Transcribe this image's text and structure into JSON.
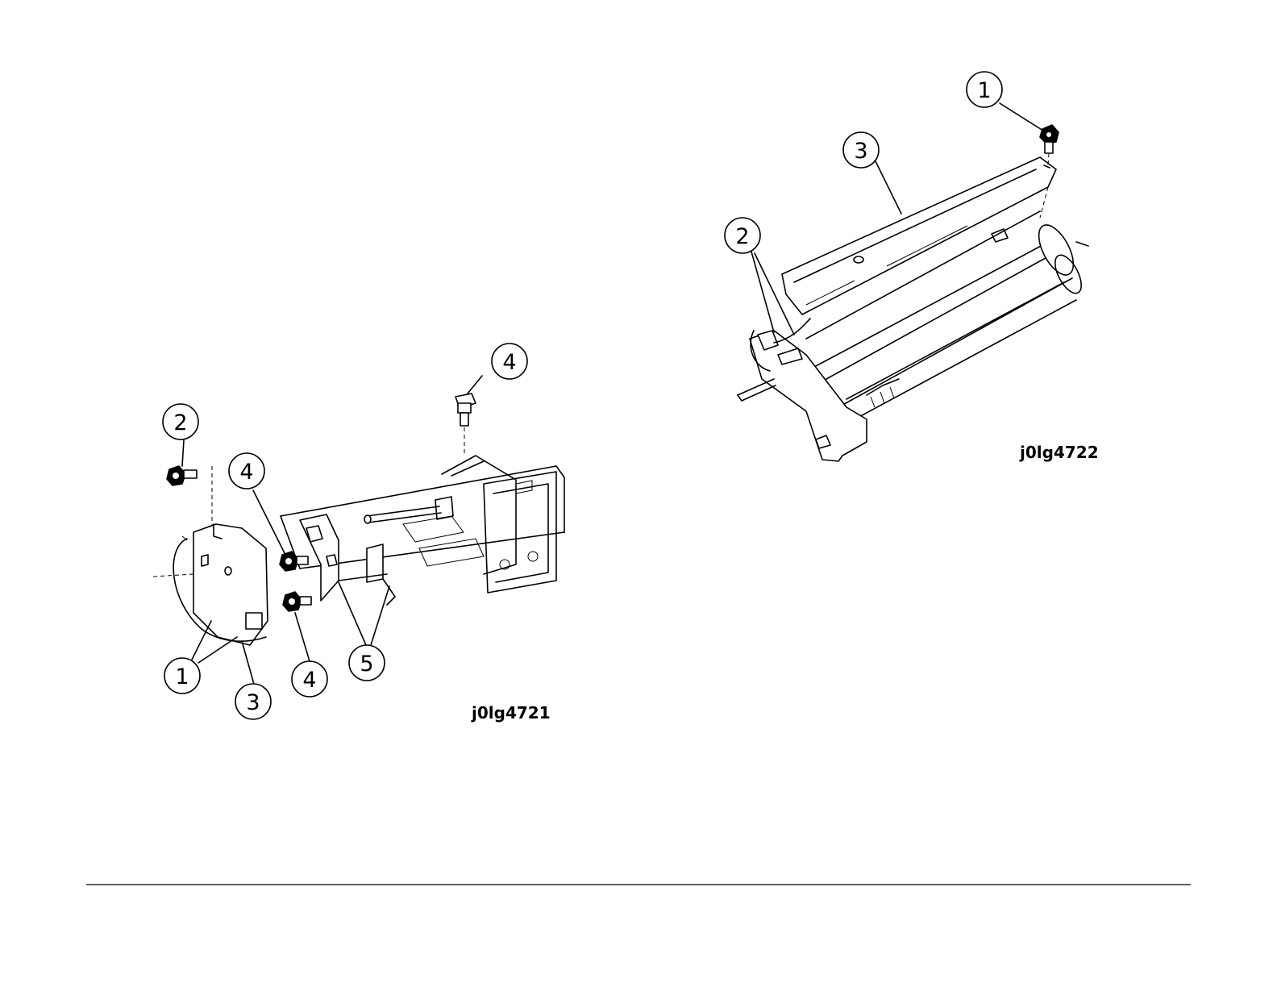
{
  "figures": [
    {
      "id_label": "j0lg4721",
      "callouts": [
        "1",
        "2",
        "3",
        "4",
        "4",
        "4",
        "5"
      ]
    },
    {
      "id_label": "j0lg4722",
      "callouts": [
        "1",
        "2",
        "3"
      ]
    }
  ],
  "colors": {
    "ink": "#000000",
    "paper": "#ffffff"
  }
}
